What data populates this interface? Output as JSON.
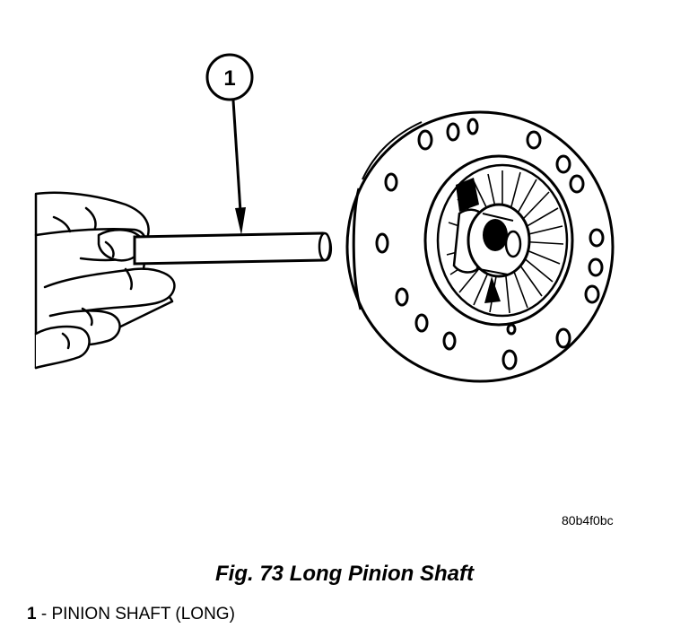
{
  "callouts": [
    {
      "number": "1"
    }
  ],
  "figure": {
    "code": "80b4f0bc",
    "caption": "Fig. 73 Long Pinion Shaft"
  },
  "legend": [
    {
      "number": "1",
      "separator": " - ",
      "text": "PINION SHAFT (LONG)"
    }
  ]
}
